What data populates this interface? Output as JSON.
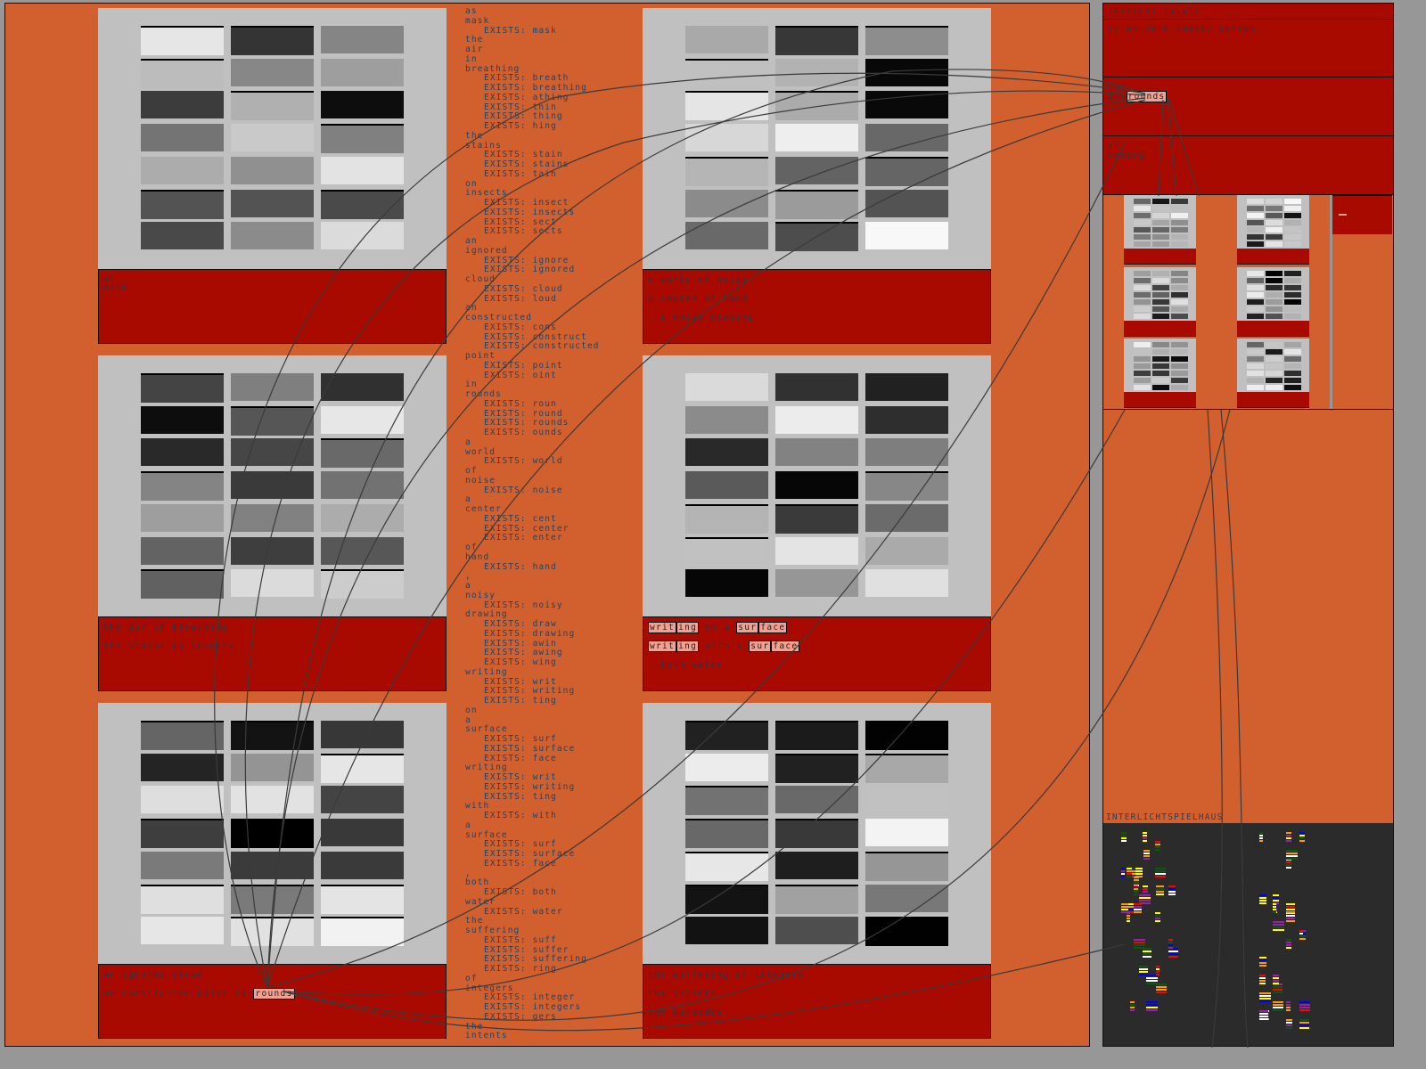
{
  "colors": {
    "background": "#979797",
    "canvas": "#d2602f",
    "panel_gray": "#c0c0c0",
    "panel_red": "#a90a00",
    "text": "#1d4466",
    "highlight": "#f4a090",
    "dark": "#2b2b2b"
  },
  "panels": [
    {
      "lines": [
        "as",
        "mask"
      ]
    },
    {
      "lines": [
        "the air in breathing",
        "the stains on insects"
      ]
    },
    {
      "lines": [
        "an ignored cloud",
        "an constructed point in "
      ],
      "highlight": "rounds"
    },
    {
      "lines": [
        "a world of noise",
        "a center of hand",
        ", a noisy drawing"
      ]
    },
    {
      "lines": [
        " on a ",
        " with a ",
        ", both water"
      ],
      "tokens": {
        "w1": "writ",
        "w2": "ing",
        "s1": "sur",
        "s2": "face"
      }
    },
    {
      "lines": [
        "the suffering of integers",
        "the intents",
        "the outsides"
      ]
    }
  ],
  "word_column": [
    {
      "w": "as"
    },
    {
      "w": "mask",
      "e": [
        "mask"
      ]
    },
    {
      "w": "the"
    },
    {
      "w": "air"
    },
    {
      "w": "in"
    },
    {
      "w": "breathing",
      "e": [
        "breath",
        "breathing",
        "athing",
        "thin",
        "thing",
        "hing"
      ]
    },
    {
      "w": "the"
    },
    {
      "w": "stains",
      "e": [
        "stain",
        "stains",
        "tain"
      ]
    },
    {
      "w": "on"
    },
    {
      "w": "insects",
      "e": [
        "insect",
        "insects",
        "sect",
        "sects"
      ]
    },
    {
      "w": "an"
    },
    {
      "w": "ignored",
      "e": [
        "ignore",
        "ignored"
      ]
    },
    {
      "w": "cloud",
      "e": [
        "cloud",
        "loud"
      ]
    },
    {
      "w": "an"
    },
    {
      "w": "constructed",
      "e": [
        "cons",
        "construct",
        "constructed"
      ]
    },
    {
      "w": "point",
      "e": [
        "point",
        "oint"
      ]
    },
    {
      "w": "in"
    },
    {
      "w": "rounds",
      "e": [
        "roun",
        "round",
        "rounds",
        "ounds"
      ]
    },
    {
      "w": "a"
    },
    {
      "w": "world",
      "e": [
        "world"
      ]
    },
    {
      "w": "of"
    },
    {
      "w": "noise",
      "e": [
        "noise"
      ]
    },
    {
      "w": "a"
    },
    {
      "w": "center",
      "e": [
        "cent",
        "center",
        "enter"
      ]
    },
    {
      "w": "of"
    },
    {
      "w": "hand",
      "e": [
        "hand"
      ]
    },
    {
      "w": ","
    },
    {
      "w": "a"
    },
    {
      "w": "noisy",
      "e": [
        "noisy"
      ]
    },
    {
      "w": "drawing",
      "e": [
        "draw",
        "drawing",
        "awin",
        "awing",
        "wing"
      ]
    },
    {
      "w": "writing",
      "e": [
        "writ",
        "writing",
        "ting"
      ]
    },
    {
      "w": "on"
    },
    {
      "w": "a"
    },
    {
      "w": "surface",
      "e": [
        "surf",
        "surface",
        "face"
      ]
    },
    {
      "w": "writing",
      "e": [
        "writ",
        "writing",
        "ting"
      ]
    },
    {
      "w": "with",
      "e": [
        "with"
      ]
    },
    {
      "w": "a"
    },
    {
      "w": "surface",
      "e": [
        "surf",
        "surface",
        "face"
      ]
    },
    {
      "w": ","
    },
    {
      "w": "both",
      "e": [
        "both"
      ]
    },
    {
      "w": "water",
      "e": [
        "water"
      ]
    },
    {
      "w": "the"
    },
    {
      "w": "suffering",
      "e": [
        "suff",
        "suffer",
        "suffering",
        "ring"
      ]
    },
    {
      "w": "of"
    },
    {
      "w": "integers",
      "e": [
        "integer",
        "integers",
        "gers"
      ]
    },
    {
      "w": "the"
    },
    {
      "w": "intents"
    }
  ],
  "exists_label": "EXISTS: ",
  "sidebar": {
    "title": "TESELEKT lalali",
    "timestamp": "17-07-2018-204407.intrah",
    "sky_prefix": "the\nsky",
    "sky_highlight": "rounds",
    "ceding": "as\nceding",
    "dark_label": "INTERLICHTSPIELHAUS"
  }
}
